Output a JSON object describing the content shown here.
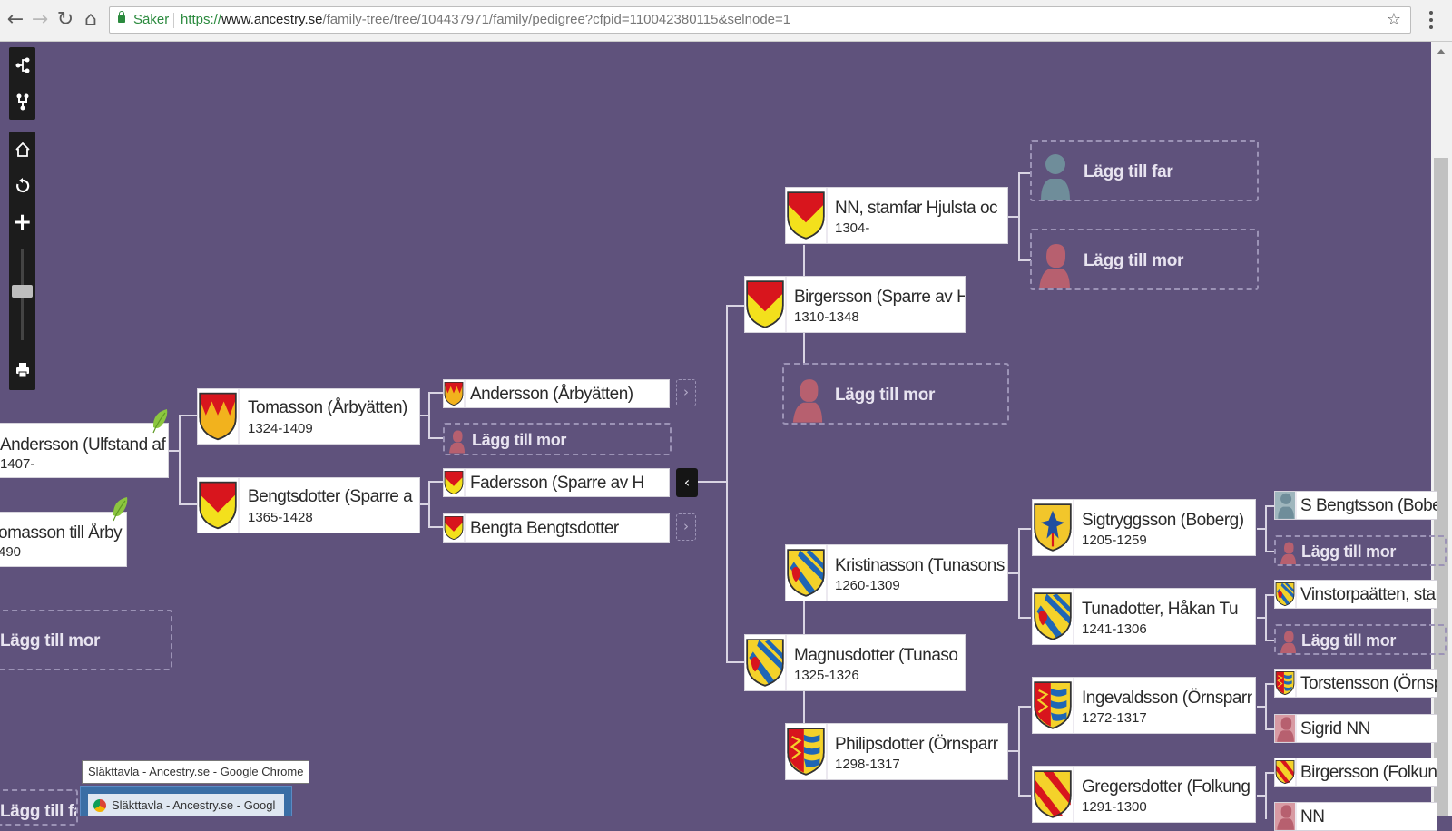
{
  "browser": {
    "secure_label": "Säker",
    "url_scheme": "https://",
    "url_host": "www.ancestry.se",
    "url_path": "/family-tree/tree/104437971/family/pedigree?cfpid=110042380115&selnode=1"
  },
  "toolbar": {
    "tree_view_icon": "tree-view-icon",
    "family_view_icon": "family-view-icon",
    "home_icon": "home-icon",
    "reset_icon": "reset-icon",
    "zoom_in": "+",
    "zoom_out": "−",
    "zoom_level_fraction": 0.55,
    "print_icon": "print-icon"
  },
  "tree": {
    "people": {
      "root_a": {
        "name": "Andersson (Ulfstand af",
        "dates": "1407-"
      },
      "root_b": {
        "name": "omasson till Årby",
        "dates": "490"
      },
      "tomasson": {
        "name": "Tomasson (Årbyätten)",
        "dates": "1324-1409"
      },
      "bengtsdotter": {
        "name": "Bengtsdotter (Sparre a",
        "dates": "1365-1428"
      },
      "andersson": {
        "name": "Andersson (Årbyätten)"
      },
      "fadersson": {
        "name": "Fadersson (Sparre av H"
      },
      "bengta": {
        "name": "Bengta Bengtsdotter"
      },
      "nn_stamfar": {
        "name": "NN, stamfar Hjulsta oc",
        "dates": "1304-"
      },
      "birgersson": {
        "name": "Birgersson (Sparre av H",
        "dates": "1310-1348"
      },
      "kristinasson": {
        "name": "Kristinasson (Tunasons",
        "dates": "1260-1309"
      },
      "magnusdotter": {
        "name": "Magnusdotter (Tunaso",
        "dates": "1325-1326"
      },
      "philipsdotter": {
        "name": "Philipsdotter (Örnsparr",
        "dates": "1298-1317"
      },
      "sigtryggsson": {
        "name": "Sigtryggsson (Boberg)",
        "dates": "1205-1259"
      },
      "tunadotter": {
        "name": "Tunadotter, Håkan Tu",
        "dates": "1241-1306"
      },
      "ingevaldsson": {
        "name": "Ingevaldsson (Örnsparr",
        "dates": "1272-1317"
      },
      "gregersdotter": {
        "name": "Gregersdotter (Folkung",
        "dates": "1291-1300"
      },
      "s_bengtsson": {
        "name": "S Bengtsson (Boberg"
      },
      "vinstorpaatten": {
        "name": "Vinstorpaätten, star"
      },
      "torstensson": {
        "name": "Torstensson (Örnspa"
      },
      "sigrid": {
        "name": "Sigrid NN"
      },
      "birgersson_folkung": {
        "name": "Birgersson (Folkung"
      },
      "nn_bottom": {
        "name": "NN"
      }
    },
    "add_father": "Lägg till far",
    "add_mother": "Lägg till mor"
  },
  "taskbar": {
    "tooltip": "Släkttavla - Ancestry.se - Google Chrome",
    "window_title": "Släkttavla - Ancestry.se - Googl"
  }
}
